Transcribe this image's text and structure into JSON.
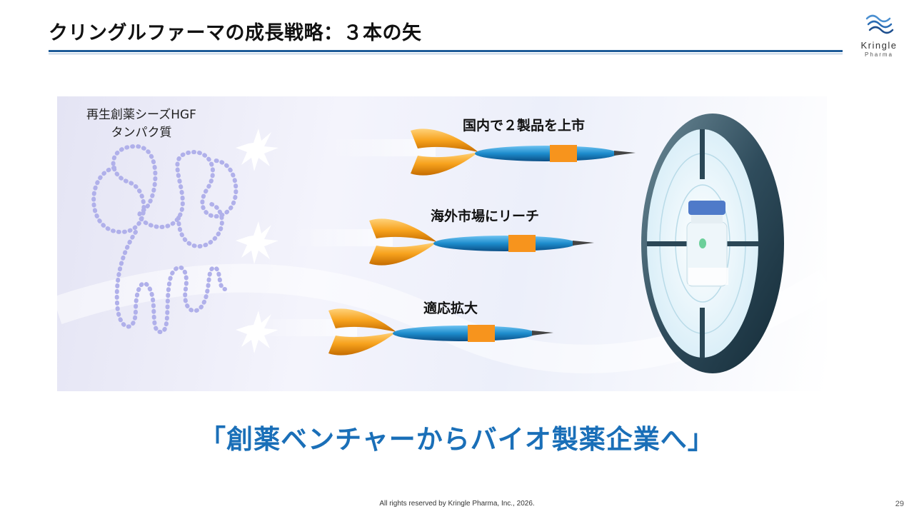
{
  "slide": {
    "title": "クリングルファーマの成長戦略：３本の矢",
    "page_number": "29",
    "footer": "All rights reserved by Kringle Pharma, Inc., 2026."
  },
  "logo": {
    "name": "Kringle",
    "sub": "Pharma"
  },
  "protein": {
    "line1": "再生創薬シーズHGF",
    "line2": "タンパク質"
  },
  "arrows": [
    {
      "label": "国内で２製品を上市"
    },
    {
      "label": "海外市場にリーチ"
    },
    {
      "label": "適応拡大"
    }
  ],
  "slogan": "「創薬ベンチャーからバイオ製薬企業へ」",
  "colors": {
    "accent": "#1a6fb8",
    "rule": "#1f5c99",
    "dart_orange": "#f7941d",
    "dart_blue": "#1d8ccc"
  }
}
